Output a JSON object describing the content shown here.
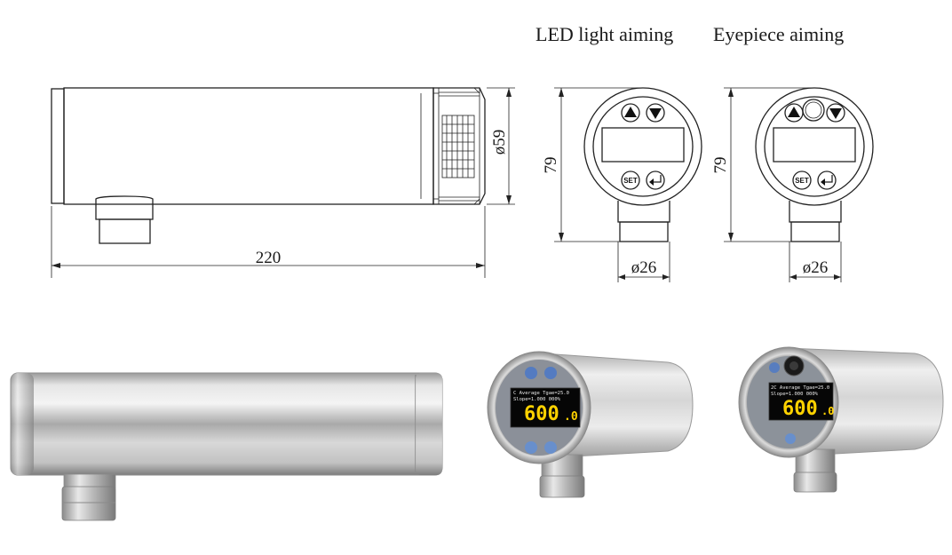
{
  "labels": {
    "led_aiming": "LED light aiming",
    "eyepiece_aiming": "Eyepiece aiming"
  },
  "dimensions": {
    "length": "220",
    "diameter": "ø59",
    "height_led": "79",
    "height_eyepiece": "79",
    "neck_led": "ø26",
    "neck_eyepiece": "ø26"
  },
  "buttons": {
    "set": "SET"
  },
  "display": {
    "line1_led": "C Average Tgae=25.0",
    "line2_led": "Slope=1.000 000%",
    "line1_eye": "2C Average Tgae=25.0",
    "line2_eye": "Slope=1.000 000%",
    "reading_main": "600",
    "reading_decimal": ".0"
  },
  "colors": {
    "display_text": "#ffd200",
    "steel": "#c8c8c8"
  }
}
